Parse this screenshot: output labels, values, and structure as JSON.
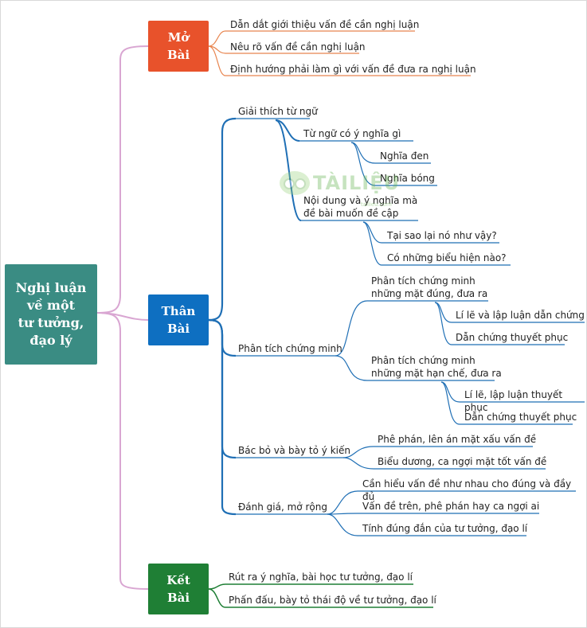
{
  "root": {
    "label": "Nghị luận\nvề một\ntư tưởng,\nđạo lý",
    "color": "#3a8c83"
  },
  "topics": {
    "mo_bai": {
      "label": "Mở\nBài",
      "color": "#e8522b",
      "items": [
        "Dẫn dắt giới thiệu vấn đề cần nghị luận",
        "Nêu rõ vấn đề cần nghị luận",
        "Định hướng phải làm gì với vấn đề đưa ra nghị luận"
      ]
    },
    "than_bai": {
      "label": "Thân\nBài",
      "color": "#0e6fc1",
      "giai_thich": {
        "label": "Giải thích từ ngữ",
        "tu_ngu": {
          "label": "Từ ngữ có ý nghĩa gì",
          "items": [
            "Nghĩa đen",
            "Nghĩa bóng"
          ]
        },
        "noi_dung": {
          "label": "Nội dung và ý nghĩa mà\nđề bài muốn đề cập",
          "items": [
            "Tại sao lại nó như vậy?",
            "Có những biểu hiện nào?"
          ]
        }
      },
      "phan_tich": {
        "label": "Phân tích chứng minh",
        "mat_dung": {
          "label": "Phân tích chứng minh\nnhững mặt đúng, đưa ra",
          "items": [
            "Lí lẽ và lập luận dẫn chứng",
            "Dẫn chứng thuyết phục"
          ]
        },
        "mat_han_che": {
          "label": "Phân tích chứng minh\n những mặt hạn chế, đưa ra",
          "items": [
            "Lí lẽ, lập luận thuyết phục",
            "Dẫn chứng thuyết phục"
          ]
        }
      },
      "bac_bo": {
        "label": "Bác bỏ và bày tỏ ý kiến",
        "items": [
          "Phê phán, lên án mặt xấu vấn đề",
          "Biểu dương, ca ngợi mặt tốt vấn đề"
        ]
      },
      "danh_gia": {
        "label": "Đánh giá, mở rộng",
        "items": [
          "Cần hiểu vấn đề như nhau cho đúng và đầy đủ",
          "Vấn đề trên, phê phán hay ca ngợi ai",
          "Tính đúng đắn của tư tưởng, đạo lí"
        ]
      }
    },
    "ket_bai": {
      "label": "Kết\nBài",
      "color": "#1f7f35",
      "items": [
        "Rút ra ý nghĩa, bài học tư tưởng, đạo lí",
        "Phấn đấu, bày tỏ thái độ về tư tưởng, đạo lí"
      ]
    }
  },
  "colors": {
    "root_link": "#d9a6d2",
    "mo_line": "#e8854f",
    "than_line": "#1f6fb5",
    "ket_line": "#1f7f35"
  },
  "watermark": {
    "text": "TÀILIỆU",
    "url": "tailieu.com"
  }
}
